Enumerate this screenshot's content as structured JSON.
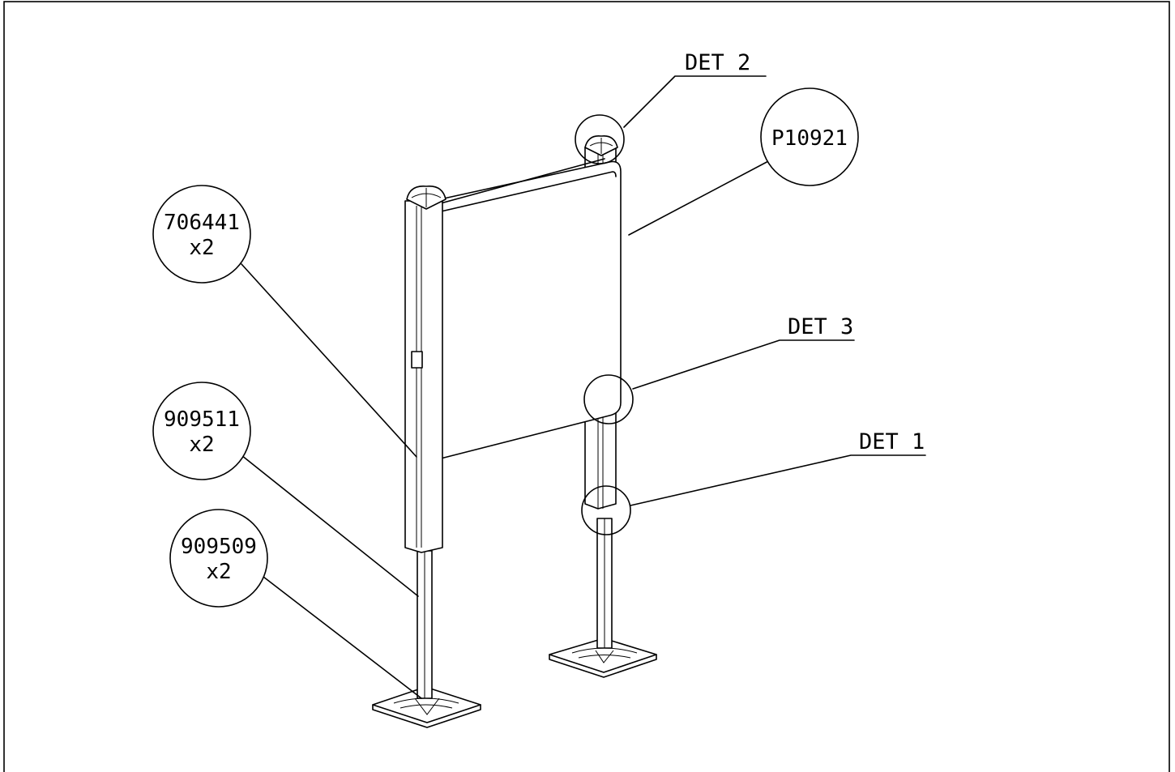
{
  "callouts": {
    "det1": "DET 1",
    "det2": "DET 2",
    "det3": "DET 3"
  },
  "balloons": {
    "p10921": {
      "part": "P10921",
      "qty": ""
    },
    "p706441": {
      "part": "706441",
      "qty": "x2"
    },
    "p909511": {
      "part": "909511",
      "qty": "x2"
    },
    "p909509": {
      "part": "909509",
      "qty": "x2"
    }
  }
}
